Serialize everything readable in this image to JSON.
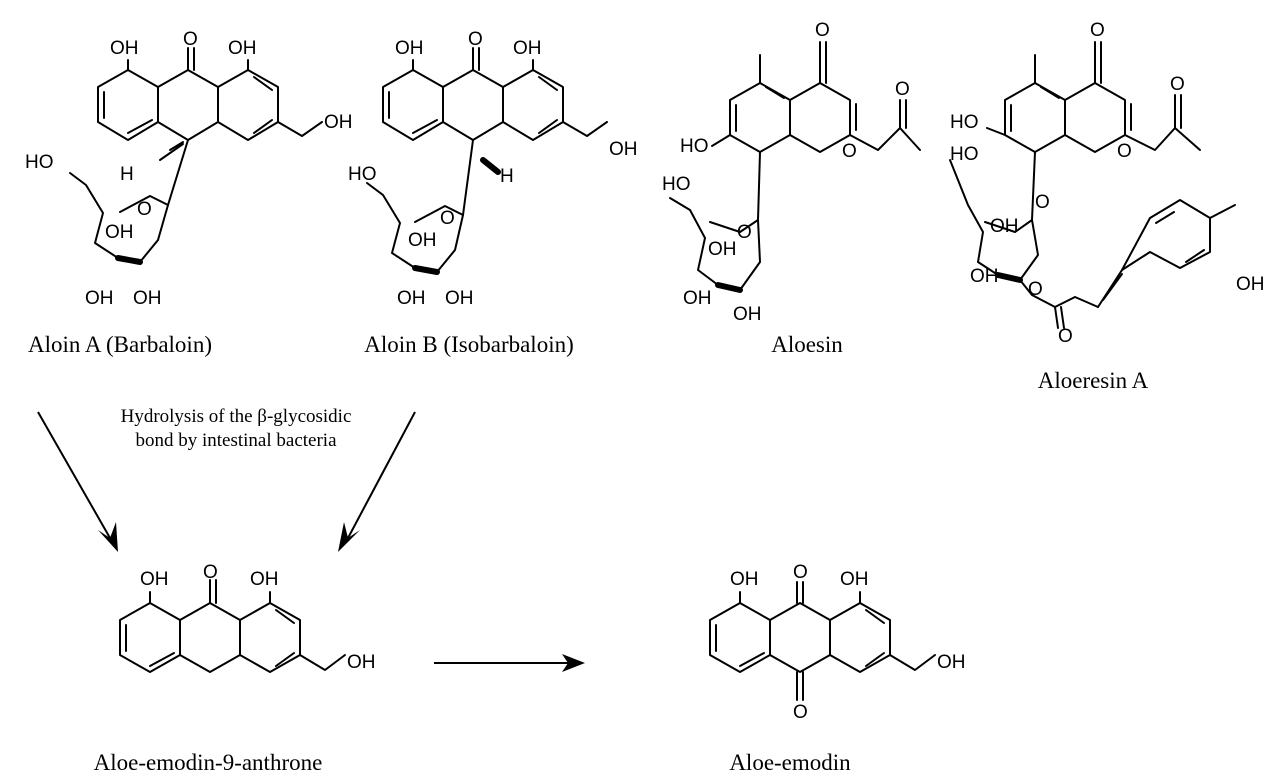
{
  "compounds": {
    "aloin_a": "Aloin A (Barbaloin)",
    "aloin_b": "Aloin B (Isobarbaloin)",
    "aloesin": "Aloesin",
    "aloeresin_a": "Aloeresin A",
    "anthrone": "Aloe-emodin-9-anthrone",
    "aloe_emodin": "Aloe-emodin"
  },
  "reaction": {
    "line1": "Hydrolysis of the β-glycosidic",
    "line2": "bond by intestinal bacteria"
  },
  "atoms": {
    "oh": "OH",
    "ho": "HO",
    "o": "O",
    "h": "H"
  }
}
